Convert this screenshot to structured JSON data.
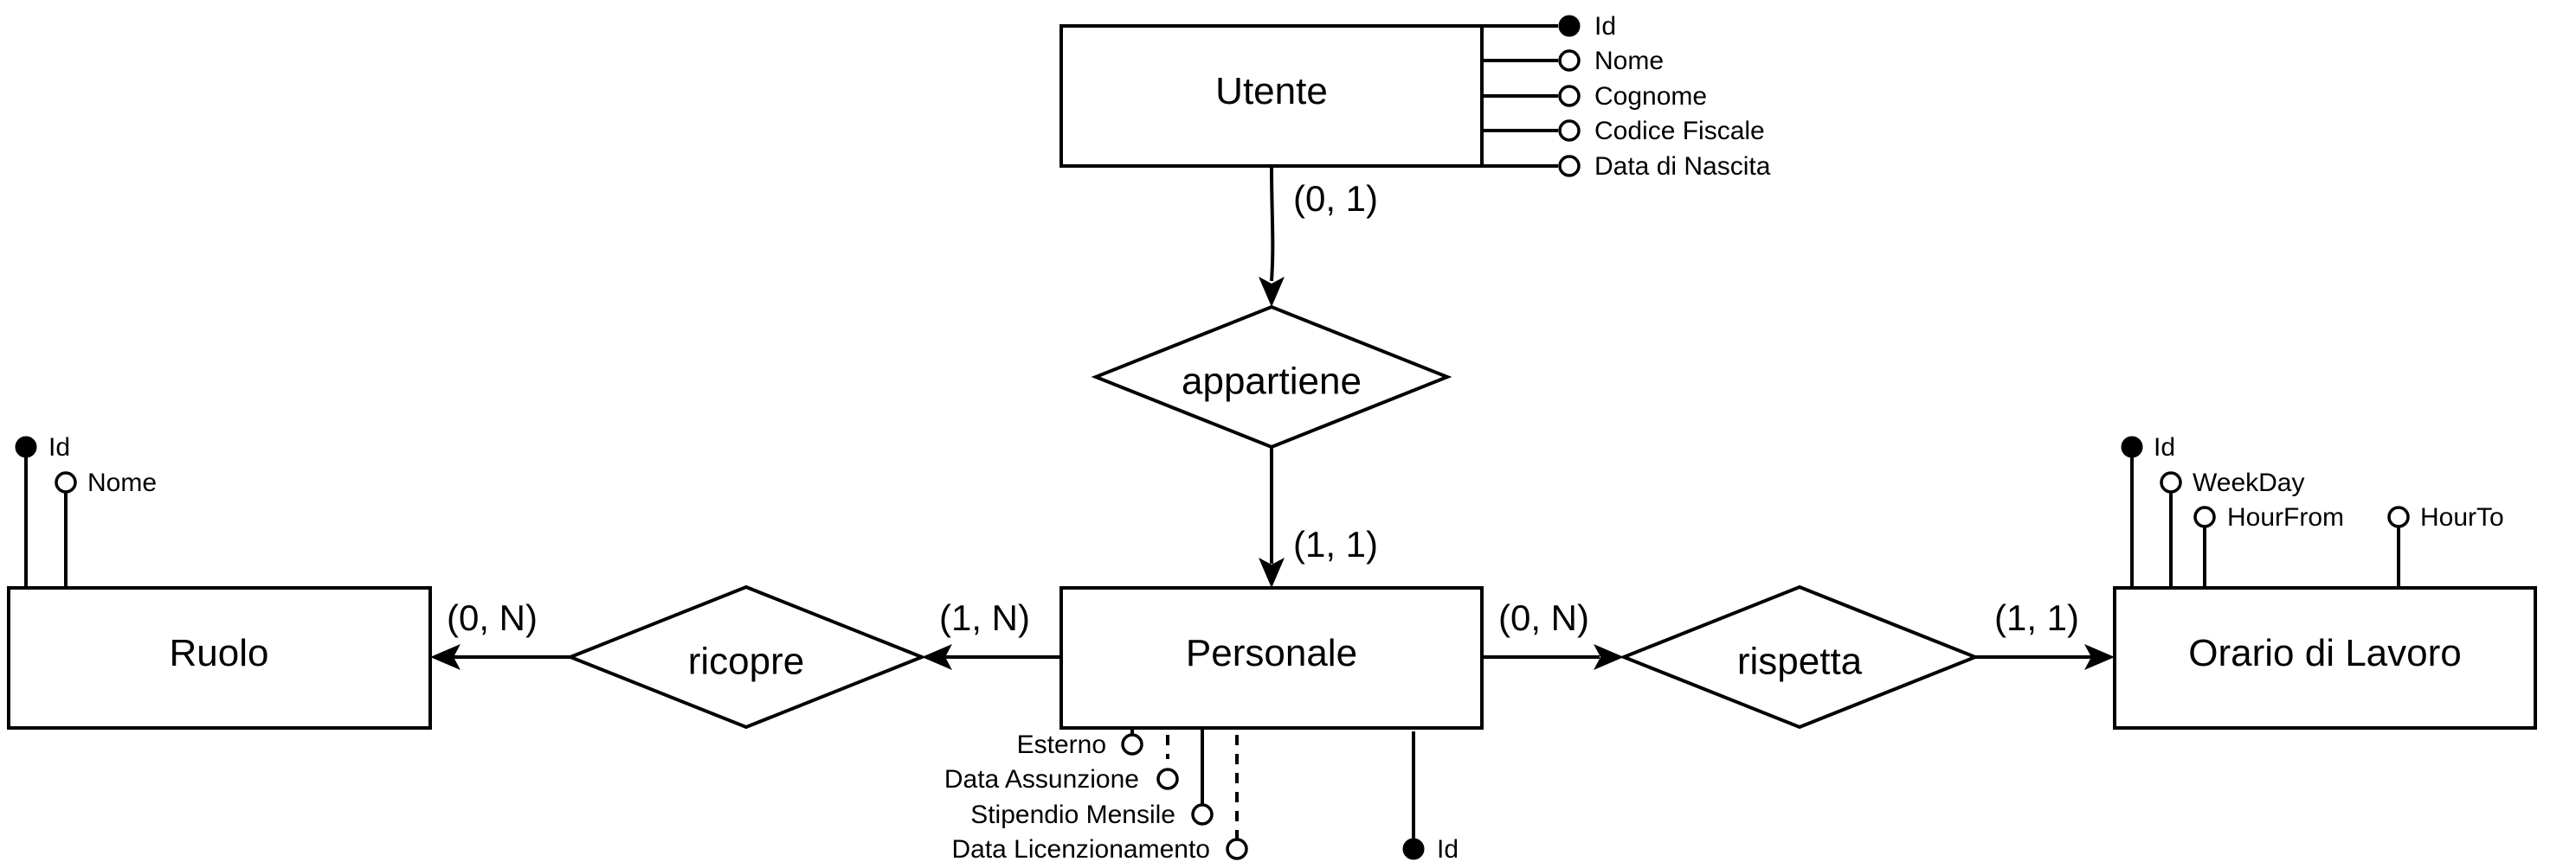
{
  "entities": {
    "utente": "Utente",
    "ruolo": "Ruolo",
    "personale": "Personale",
    "orario": "Orario di Lavoro"
  },
  "relationships": {
    "appartiene": "appartiene",
    "ricopre": "ricopre",
    "rispetta": "rispetta"
  },
  "cardinalities": {
    "utente_appartiene": "(0, 1)",
    "personale_appartiene": "(1, 1)",
    "ruolo_ricopre": "(0, N)",
    "personale_ricopre": "(1, N)",
    "personale_rispetta": "(0, N)",
    "orario_rispetta": "(1, 1)"
  },
  "attributes": {
    "utente": [
      {
        "label": "Id",
        "key": true
      },
      {
        "label": "Nome",
        "key": false
      },
      {
        "label": "Cognome",
        "key": false
      },
      {
        "label": "Codice Fiscale",
        "key": false
      },
      {
        "label": "Data di Nascita",
        "key": false
      }
    ],
    "ruolo": [
      {
        "label": "Id",
        "key": true
      },
      {
        "label": "Nome",
        "key": false
      }
    ],
    "orario": [
      {
        "label": "Id",
        "key": true
      },
      {
        "label": "WeekDay",
        "key": false
      },
      {
        "label": "HourFrom",
        "key": false
      },
      {
        "label": "HourTo",
        "key": false
      }
    ],
    "personale": [
      {
        "label": "Esterno",
        "key": false
      },
      {
        "label": "Data Assunzione",
        "key": false
      },
      {
        "label": "Stipendio Mensile",
        "key": false
      },
      {
        "label": "Data Licenzionamento",
        "key": false
      },
      {
        "label": "Id",
        "key": true
      }
    ]
  }
}
